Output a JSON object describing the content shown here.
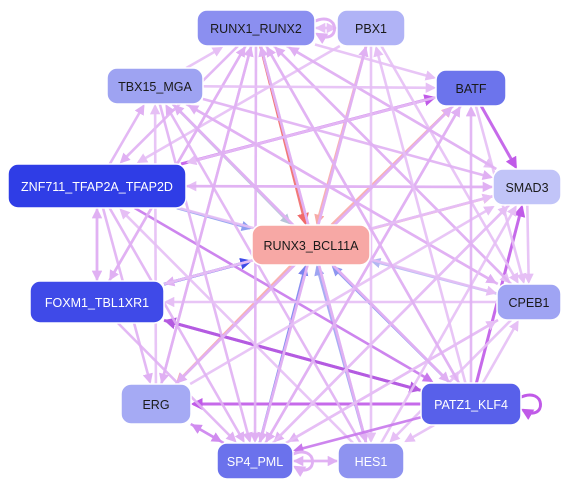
{
  "colors": {
    "background": "#ffffff",
    "node_border": "#ffffff",
    "text_dark": "#1a1a1a",
    "text_light": "#ffffff"
  },
  "nodes": [
    {
      "id": "runx1",
      "label": "RUNX1_RUNX2",
      "fill": "#8b8ff0",
      "text": "dark"
    },
    {
      "id": "pbx1",
      "label": "PBX1",
      "fill": "#b0b3f6",
      "text": "dark"
    },
    {
      "id": "tbx15",
      "label": "TBX15_MGA",
      "fill": "#9ea3f2",
      "text": "dark"
    },
    {
      "id": "batf",
      "label": "BATF",
      "fill": "#6c74ec",
      "text": "dark"
    },
    {
      "id": "znf711",
      "label": "ZNF711_TFAP2A_TFAP2D",
      "fill": "#2f3de6",
      "text": "light"
    },
    {
      "id": "smad3",
      "label": "SMAD3",
      "fill": "#c1c4f8",
      "text": "dark"
    },
    {
      "id": "runx3",
      "label": "RUNX3_BCL11A",
      "fill": "#f7a8a5",
      "text": "dark"
    },
    {
      "id": "foxm1",
      "label": "FOXM1_TBL1XR1",
      "fill": "#3f4ae8",
      "text": "light"
    },
    {
      "id": "cpeb1",
      "label": "CPEB1",
      "fill": "#9fa4f3",
      "text": "dark"
    },
    {
      "id": "erg",
      "label": "ERG",
      "fill": "#a5aaf4",
      "text": "dark"
    },
    {
      "id": "patz1",
      "label": "PATZ1_KLF4",
      "fill": "#5860ea",
      "text": "light"
    },
    {
      "id": "sp4",
      "label": "SP4_PML",
      "fill": "#6b72ec",
      "text": "light"
    },
    {
      "id": "hes1",
      "label": "HES1",
      "fill": "#8e93f0",
      "text": "light"
    }
  ],
  "edges": [
    {
      "from": "runx1",
      "to": "runx3",
      "color": "#f06a6a"
    },
    {
      "from": "pbx1",
      "to": "runx3",
      "color": "#f7aaa6"
    },
    {
      "from": "runx3",
      "to": "batf",
      "color": "#f7aaa6"
    },
    {
      "from": "runx3",
      "to": "smad3",
      "color": "#f7aaa6"
    },
    {
      "from": "runx3",
      "to": "erg",
      "color": "#f7aaa6"
    },
    {
      "from": "tbx15",
      "to": "runx3",
      "color": "#b8c4d8"
    },
    {
      "from": "znf711",
      "to": "runx3",
      "color": "#8d9ef0"
    },
    {
      "from": "foxm1",
      "to": "runx3",
      "color": "#3f4ae8"
    },
    {
      "from": "cpeb1",
      "to": "runx3",
      "color": "#b3b7f3"
    },
    {
      "from": "patz1",
      "to": "runx3",
      "color": "#8d96f0"
    },
    {
      "from": "sp4",
      "to": "runx3",
      "color": "#7b83ee"
    },
    {
      "from": "hes1",
      "to": "runx3",
      "color": "#9ea4f2"
    },
    {
      "from": "znf711",
      "to": "batf",
      "color": "#c05ae8"
    },
    {
      "from": "batf",
      "to": "smad3",
      "color": "#c05ae8"
    },
    {
      "from": "foxm1",
      "to": "patz1",
      "color": "#b45ae0"
    },
    {
      "from": "patz1",
      "to": "foxm1",
      "color": "#b45ae0"
    },
    {
      "from": "patz1",
      "to": "erg",
      "color": "#c05ae8"
    },
    {
      "from": "patz1",
      "to": "smad3",
      "color": "#c05ae8"
    },
    {
      "from": "znf711",
      "to": "patz1",
      "color": "#c878ec"
    },
    {
      "from": "sp4",
      "to": "erg",
      "color": "#d08cef"
    },
    {
      "from": "runx1",
      "to": "znf711",
      "color": "#e0b0f3"
    },
    {
      "from": "runx1",
      "to": "foxm1",
      "color": "#e0b0f3"
    },
    {
      "from": "runx1",
      "to": "erg",
      "color": "#e0b0f3"
    },
    {
      "from": "runx1",
      "to": "sp4",
      "color": "#e0b0f3"
    },
    {
      "from": "runx1",
      "to": "hes1",
      "color": "#e0b0f3"
    },
    {
      "from": "runx1",
      "to": "batf",
      "color": "#e6bff5"
    },
    {
      "from": "runx1",
      "to": "smad3",
      "color": "#e6bff5"
    },
    {
      "from": "runx1",
      "to": "cpeb1",
      "color": "#e6bff5"
    },
    {
      "from": "runx1",
      "to": "patz1",
      "color": "#e6bff5"
    },
    {
      "from": "pbx1",
      "to": "sp4",
      "color": "#e0b0f3"
    },
    {
      "from": "pbx1",
      "to": "hes1",
      "color": "#e6bff5"
    },
    {
      "from": "pbx1",
      "to": "znf711",
      "color": "#e6bff5"
    },
    {
      "from": "pbx1",
      "to": "cpeb1",
      "color": "#e6bff5"
    },
    {
      "from": "tbx15",
      "to": "smad3",
      "color": "#e0b0f3"
    },
    {
      "from": "tbx15",
      "to": "cpeb1",
      "color": "#e0b0f3"
    },
    {
      "from": "tbx15",
      "to": "patz1",
      "color": "#e0b0f3"
    },
    {
      "from": "tbx15",
      "to": "sp4",
      "color": "#e0b0f3"
    },
    {
      "from": "tbx15",
      "to": "runx1",
      "color": "#e6bff5"
    },
    {
      "from": "batf",
      "to": "znf711",
      "color": "#e6bff5"
    },
    {
      "from": "batf",
      "to": "erg",
      "color": "#e0b0f3"
    },
    {
      "from": "batf",
      "to": "sp4",
      "color": "#e0b0f3"
    },
    {
      "from": "batf",
      "to": "cpeb1",
      "color": "#e6bff5"
    },
    {
      "from": "smad3",
      "to": "znf711",
      "color": "#e6bff5"
    },
    {
      "from": "smad3",
      "to": "foxm1",
      "color": "#e0b0f3"
    },
    {
      "from": "smad3",
      "to": "runx1",
      "color": "#e0b0f3"
    },
    {
      "from": "smad3",
      "to": "cpeb1",
      "color": "#e6bff5"
    },
    {
      "from": "smad3",
      "to": "sp4",
      "color": "#e0b0f3"
    },
    {
      "from": "cpeb1",
      "to": "foxm1",
      "color": "#e6bff5"
    },
    {
      "from": "cpeb1",
      "to": "runx1",
      "color": "#e0b0f3"
    },
    {
      "from": "cpeb1",
      "to": "tbx15",
      "color": "#e0b0f3"
    },
    {
      "from": "cpeb1",
      "to": "sp4",
      "color": "#e0b0f3"
    },
    {
      "from": "cpeb1",
      "to": "hes1",
      "color": "#e6bff5"
    },
    {
      "from": "hes1",
      "to": "runx1",
      "color": "#e0b0f3"
    },
    {
      "from": "hes1",
      "to": "znf711",
      "color": "#e6bff5"
    },
    {
      "from": "hes1",
      "to": "smad3",
      "color": "#e6bff5"
    },
    {
      "from": "hes1",
      "to": "tbx15",
      "color": "#e0b0f3"
    },
    {
      "from": "sp4",
      "to": "pbx1",
      "color": "#e0b0f3"
    },
    {
      "from": "sp4",
      "to": "batf",
      "color": "#e0b0f3"
    },
    {
      "from": "sp4",
      "to": "smad3",
      "color": "#e6bff5"
    },
    {
      "from": "sp4",
      "to": "cpeb1",
      "color": "#e6bff5"
    },
    {
      "from": "erg",
      "to": "runx1",
      "color": "#e0b0f3"
    },
    {
      "from": "erg",
      "to": "tbx15",
      "color": "#e6bff5"
    },
    {
      "from": "erg",
      "to": "smad3",
      "color": "#e6bff5"
    },
    {
      "from": "erg",
      "to": "batf",
      "color": "#e0b0f3"
    },
    {
      "from": "foxm1",
      "to": "znf711",
      "color": "#e0b0f3"
    },
    {
      "from": "znf711",
      "to": "foxm1",
      "color": "#e0b0f3"
    },
    {
      "from": "foxm1",
      "to": "smad3",
      "color": "#e6bff5"
    },
    {
      "from": "foxm1",
      "to": "sp4",
      "color": "#e0b0f3"
    },
    {
      "from": "foxm1",
      "to": "runx1",
      "color": "#e0b0f3"
    },
    {
      "from": "znf711",
      "to": "tbx15",
      "color": "#e0b0f3"
    },
    {
      "from": "znf711",
      "to": "erg",
      "color": "#e0b0f3"
    },
    {
      "from": "znf711",
      "to": "sp4",
      "color": "#e0b0f3"
    },
    {
      "from": "znf711",
      "to": "smad3",
      "color": "#e0b0f3"
    },
    {
      "from": "znf711",
      "to": "cpeb1",
      "color": "#e6bff5"
    },
    {
      "from": "patz1",
      "to": "runx1",
      "color": "#e0b0f3"
    },
    {
      "from": "patz1",
      "to": "sp4",
      "color": "#c878ec"
    },
    {
      "from": "patz1",
      "to": "cpeb1",
      "color": "#e6bff5"
    },
    {
      "from": "patz1",
      "to": "hes1",
      "color": "#e6bff5"
    },
    {
      "from": "patz1",
      "to": "batf",
      "color": "#e0b0f3"
    },
    {
      "from": "patz1",
      "to": "pbx1",
      "color": "#e6bff5"
    },
    {
      "from": "patz1",
      "to": "tbx15",
      "color": "#e0b0f3"
    },
    {
      "from": "sp4",
      "to": "hes1",
      "color": "#e0b0f3"
    },
    {
      "from": "hes1",
      "to": "sp4",
      "color": "#e0b0f3"
    },
    {
      "from": "runx1",
      "to": "pbx1",
      "color": "#e6bff5"
    },
    {
      "from": "pbx1",
      "to": "runx1",
      "color": "#e6bff5"
    },
    {
      "from": "tbx15",
      "to": "batf",
      "color": "#e6bff5"
    },
    {
      "from": "erg",
      "to": "sp4",
      "color": "#d08cef"
    }
  ],
  "self_loops": [
    {
      "node": "runx1",
      "side": "right",
      "color": "#e0b0f3"
    },
    {
      "node": "patz1",
      "side": "right",
      "color": "#c05ae8"
    },
    {
      "node": "sp4",
      "side": "right",
      "color": "#e0b0f3"
    }
  ]
}
